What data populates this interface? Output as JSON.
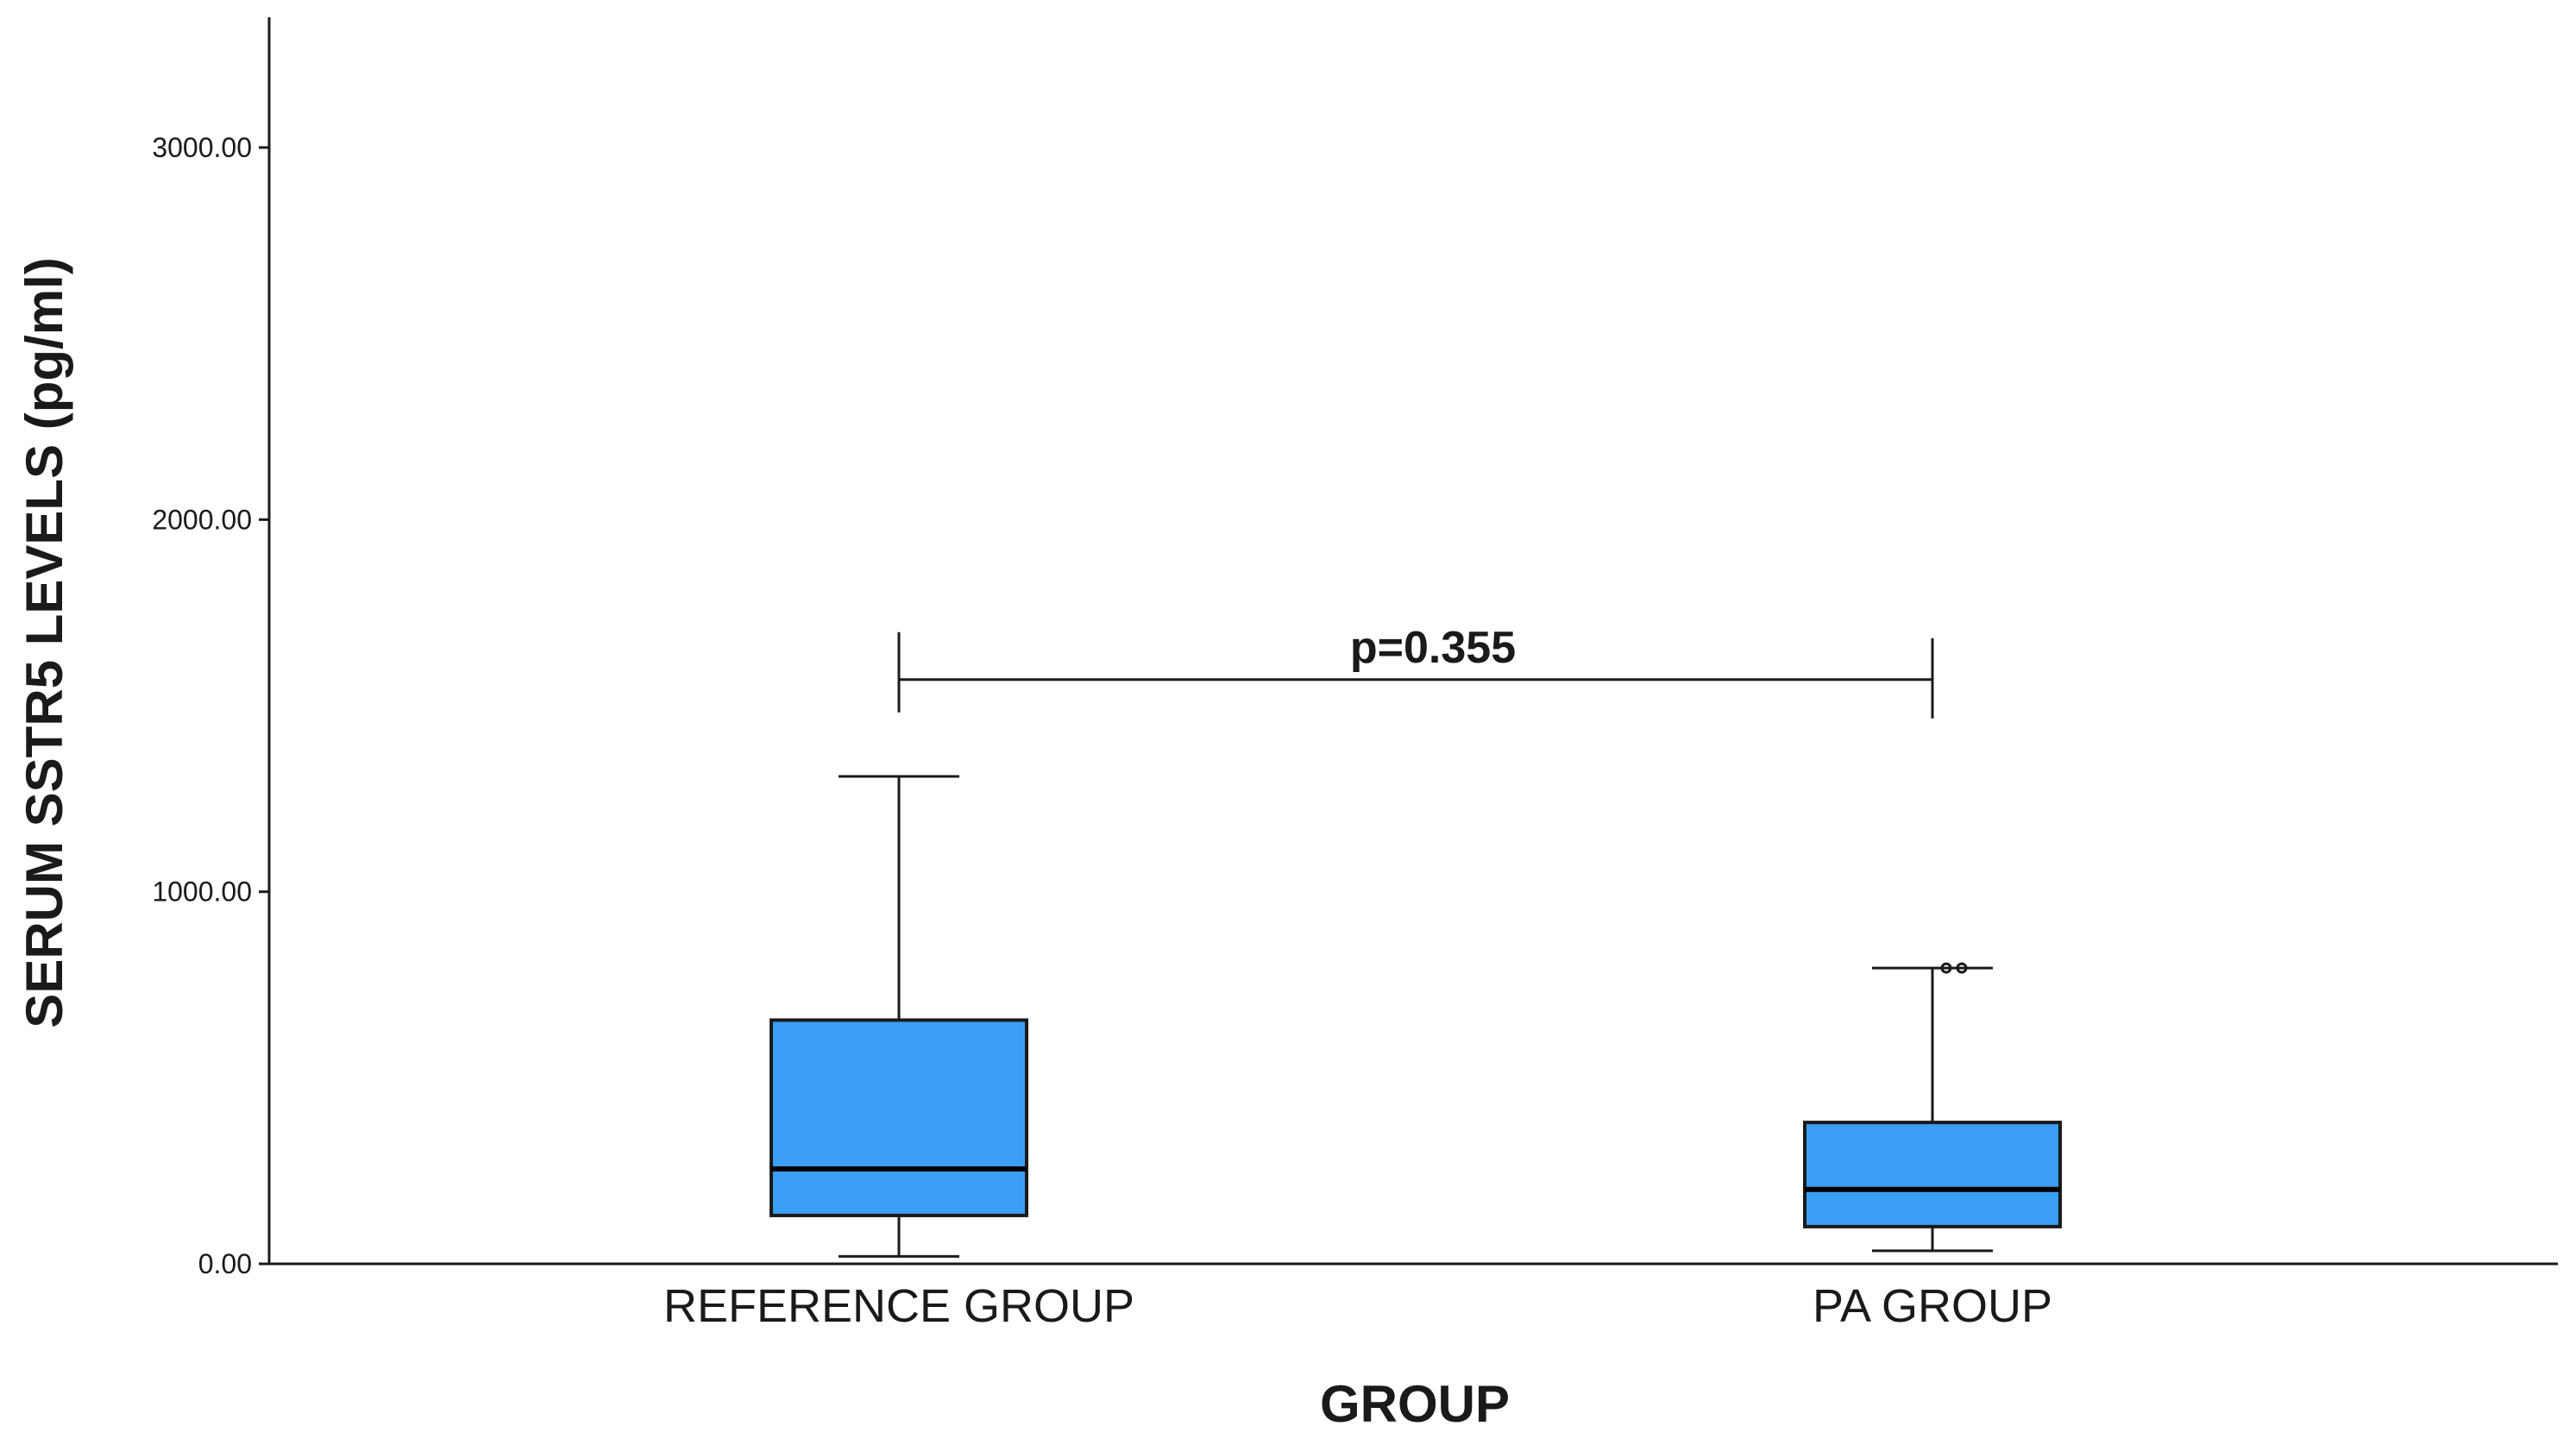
{
  "chart_data": {
    "type": "box",
    "xlabel": "GROUP",
    "ylabel": "SERUM SSTR5 LEVELS (pg/ml)",
    "ylim": [
      0,
      3300
    ],
    "yticks": [
      0,
      1000,
      2000,
      3000
    ],
    "ytick_labels": [
      "0.00",
      "1000.00",
      "2000.00",
      "3000.00"
    ],
    "categories": [
      "REFERENCE GROUP",
      "PA GROUP"
    ],
    "box_color": "#3a9ef5",
    "groups": [
      {
        "category": "REFERENCE GROUP",
        "min": 20,
        "q1": 130,
        "median": 255,
        "q3": 655,
        "max": 1310,
        "outliers": []
      },
      {
        "category": "PA GROUP",
        "min": 35,
        "q1": 100,
        "median": 200,
        "q3": 380,
        "max": 795,
        "outliers": [
          795,
          795
        ]
      }
    ],
    "significance": {
      "label": "p=0.355",
      "from": "REFERENCE GROUP",
      "to": "PA GROUP",
      "y": 1570
    }
  }
}
